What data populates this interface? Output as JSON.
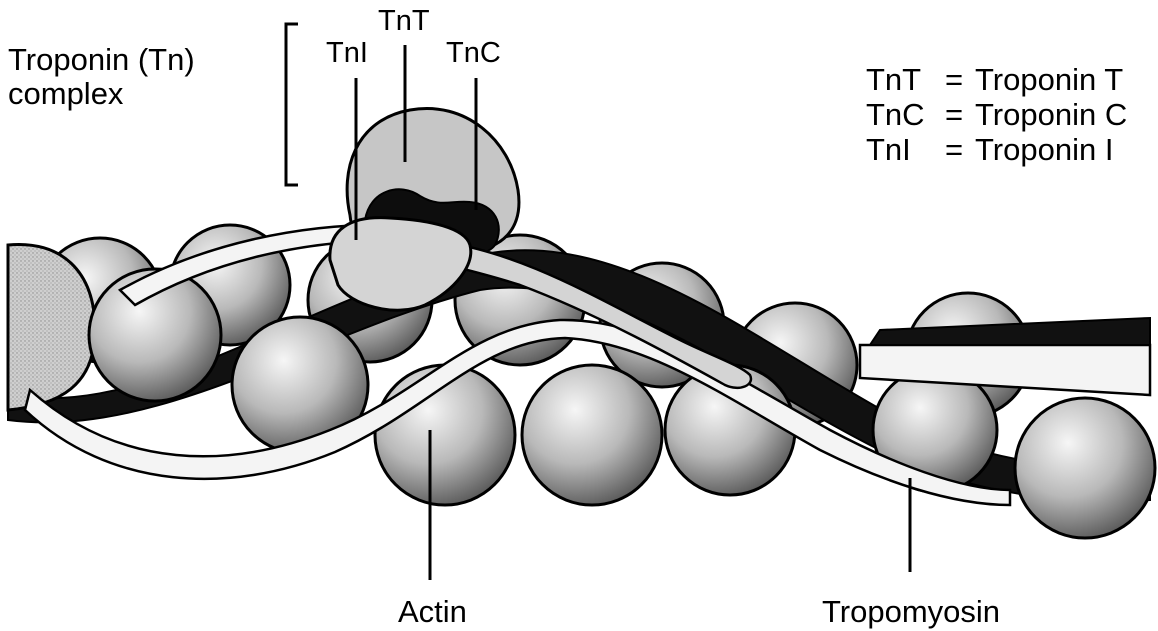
{
  "complex_label": {
    "line1": "Troponin (Tn)",
    "line2": "complex"
  },
  "subunit_labels": {
    "tni": "TnI",
    "tnt": "TnT",
    "tnc": "TnC"
  },
  "legend": [
    {
      "abbr": "TnT",
      "eq": "=",
      "full": "Troponin T"
    },
    {
      "abbr": "TnC",
      "eq": "=",
      "full": "Troponin C"
    },
    {
      "abbr": "TnI",
      "eq": "=",
      "full": "Troponin I"
    }
  ],
  "bottom_labels": {
    "actin": "Actin",
    "tropomyosin": "Tropomyosin"
  },
  "colors": {
    "ink": "#000000",
    "actin_light": "#f2f2f2",
    "actin_dark": "#5a5a5a",
    "tropomyosin_light": "#f4f4f4",
    "tropomyosin_dark": "#111111",
    "troponin_t": "#c6c6c6",
    "troponin_i": "#d4d4d4",
    "troponin_c": "#0d0d0d"
  }
}
